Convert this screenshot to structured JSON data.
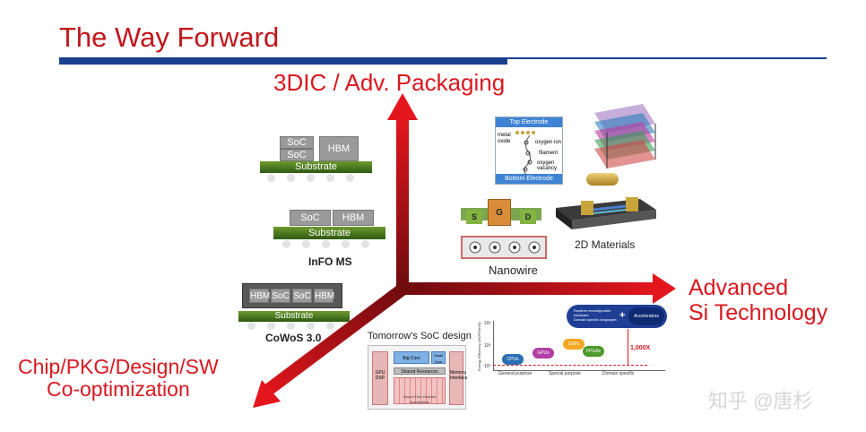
{
  "title": "The Way Forward",
  "axes": {
    "up": "3DIC / Adv. Packaging",
    "right_line1": "Advanced",
    "right_line2": "Si Technology",
    "left_line1": "Chip/PKG/Design/SW",
    "left_line2": "Co-optimization"
  },
  "packages": {
    "pkg1": {
      "soc_top": "SoC",
      "soc_bottom": "SoC",
      "hbm": "HBM",
      "substrate": "Substrate"
    },
    "pkg2": {
      "soc": "SoC",
      "hbm": "HBM",
      "substrate": "Substrate",
      "caption": "InFO MS"
    },
    "pkg3": {
      "chips": [
        "HBM",
        "SoC",
        "SoC",
        "HBM"
      ],
      "substrate": "Substrate",
      "caption": "CoWoS 3.0"
    }
  },
  "rram": {
    "top": "Top Electrode",
    "bottom": "Bottom Electrode",
    "labels": [
      "metal oxide",
      "oxygen ion",
      "filament",
      "oxygen vacancy"
    ]
  },
  "nanowire": {
    "letters": [
      "S",
      "G",
      "D"
    ],
    "caption": "Nanowire"
  },
  "materials_caption": "2D Materials",
  "soc_design": {
    "caption": "Tomorrow's SoC design",
    "blocks": [
      "GPU DSP",
      "Big Core",
      "Small Core",
      "Shared Resources",
      "Sea of Fine-Grained Accelerators",
      "Memory Interface"
    ]
  },
  "efficiency_chart": {
    "ylabel": "Energy Efficiency (MOPS/mW)",
    "yticks": [
      "10⁶",
      "10³",
      "10⁰"
    ],
    "categories": [
      "General purpose",
      "Special purpose",
      "Domain specific"
    ],
    "bubbles": [
      "CPUs",
      "GPUs",
      "DSPs",
      "FPGAs"
    ],
    "callout": [
      "Runtime reconfigurable hardware",
      "Domain specific languages"
    ],
    "plus": "+",
    "accelerators": "Accelerators",
    "gain": "1,000X"
  },
  "watermark": "知乎 @唐杉",
  "colors": {
    "accent_red": "#d9181f",
    "title_red": "#c0161b",
    "rule_blue": "#1b3f8f"
  }
}
